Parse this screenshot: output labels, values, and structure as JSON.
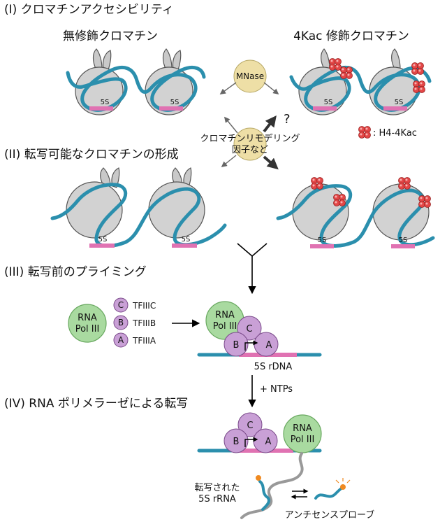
{
  "sections": {
    "s1": "(I) クロマチンアクセシビリティ",
    "s2": "(II) 転写可能なクロマチンの形成",
    "s3": "(III) 転写前のプライミング",
    "s4": "(IV) RNA ポリメラーゼによる転写"
  },
  "headers": {
    "unmodified": "無修飾クロマチン",
    "acetylated": "4Kac 修飾クロマチン"
  },
  "labels": {
    "fiveS": "5S",
    "mnase": "MNase",
    "remodeling_line1": "クロマチンリモデリング",
    "remodeling_line2": "因子など",
    "question": "?",
    "legend": ": H4-4Kac",
    "rna_pol_line1": "RNA",
    "rna_pol_line2": "Pol III",
    "tf_c_letter": "C",
    "tf_b_letter": "B",
    "tf_a_letter": "A",
    "tfiiic": "TFIIIC",
    "tfiiib": "TFIIIB",
    "tfiiia": "TFIIIA",
    "rdna": "5S rDNA",
    "ntps": "+ NTPs",
    "transcribed_line1": "転写された",
    "transcribed_line2": "5S rRNA",
    "probe": "アンチセンスプローブ"
  },
  "colors": {
    "dna": "#2b8fad",
    "promoter_region": "#e072b2",
    "histone": "#d2d2d2",
    "mnase": "#eedfa6",
    "rna_pol": "#a9daa0",
    "tf": "#c9a0d6",
    "acetyl": "#e34747",
    "probe_tag": "#f08a21"
  }
}
